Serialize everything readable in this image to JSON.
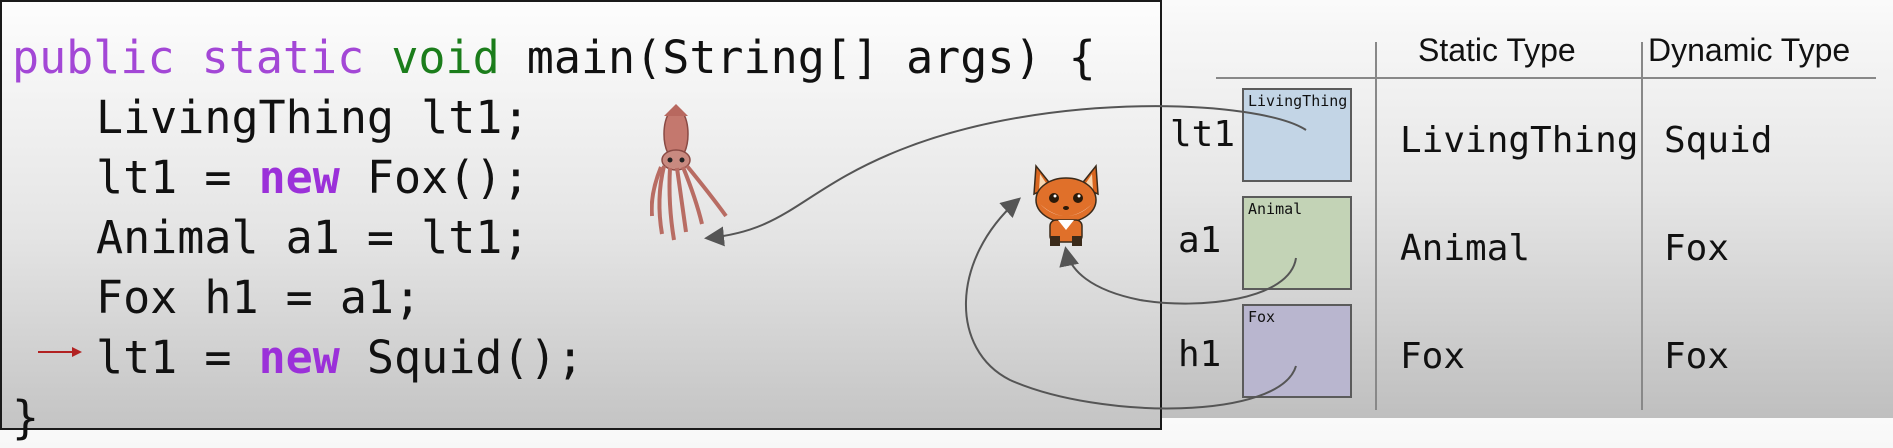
{
  "code": {
    "line1": {
      "kw1": "public",
      "kw2": "static",
      "kw3": "void",
      "rest": " main(String[] args) {"
    },
    "line2": "LivingThing lt1;",
    "line3": {
      "pre": "lt1 = ",
      "kw": "new",
      "post": " Fox();"
    },
    "line4": "Animal a1 = lt1;",
    "line5": "Fox h1 = a1;",
    "line6": {
      "pre": "lt1 = ",
      "kw": "new",
      "post": " Squid();"
    },
    "line7": "}"
  },
  "table": {
    "headers": {
      "static": "Static Type",
      "dynamic": "Dynamic Type"
    },
    "rows": [
      {
        "var": "lt1",
        "box_label": "LivingThing",
        "static_type": "LivingThing",
        "dynamic_type": "Squid"
      },
      {
        "var": "a1",
        "box_label": "Animal",
        "static_type": "Animal",
        "dynamic_type": "Fox"
      },
      {
        "var": "h1",
        "box_label": "Fox",
        "static_type": "Fox",
        "dynamic_type": "Fox"
      }
    ]
  },
  "colors": {
    "keyword_purple": "#a347d6",
    "keyword_green": "#1b7d1b",
    "box_living_thing": "#c3d5e6",
    "box_animal": "#c3d3b6",
    "box_fox": "#b9b6cf",
    "current_line_arrow": "#b22222"
  },
  "icons": [
    "squid-icon",
    "fox-icon",
    "current-line-arrow-icon"
  ]
}
